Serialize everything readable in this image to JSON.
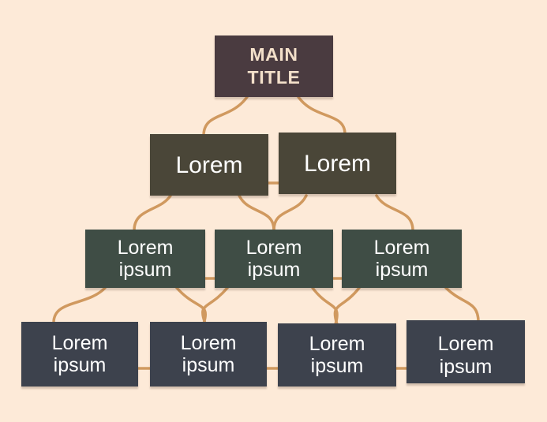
{
  "diagram": {
    "type": "org-chart-pyramid",
    "colors": {
      "background": "#fdead8",
      "connector": "#d0995f",
      "level1_box": "#4a3b40",
      "level1_text": "#f3e0ca",
      "level2_box": "#4a4638",
      "level3_box": "#3f4d45",
      "level4_box": "#3d424d",
      "node_text": "#ffffff"
    },
    "nodes": [
      {
        "id": "main-title",
        "level": 1,
        "lines": [
          "MAIN",
          "TITLE"
        ]
      },
      {
        "id": "branch-left",
        "level": 2,
        "lines": [
          "Lorem"
        ]
      },
      {
        "id": "branch-right",
        "level": 2,
        "lines": [
          "Lorem"
        ]
      },
      {
        "id": "group-1",
        "level": 3,
        "lines": [
          "Lorem",
          "ipsum"
        ]
      },
      {
        "id": "group-2",
        "level": 3,
        "lines": [
          "Lorem",
          "ipsum"
        ]
      },
      {
        "id": "group-3",
        "level": 3,
        "lines": [
          "Lorem",
          "ipsum"
        ]
      },
      {
        "id": "leaf-1",
        "level": 4,
        "lines": [
          "Lorem",
          "ipsum"
        ]
      },
      {
        "id": "leaf-2",
        "level": 4,
        "lines": [
          "Lorem",
          "ipsum"
        ]
      },
      {
        "id": "leaf-3",
        "level": 4,
        "lines": [
          "Lorem",
          "ipsum"
        ]
      },
      {
        "id": "leaf-4",
        "level": 4,
        "lines": [
          "Lorem",
          "ipsum"
        ]
      }
    ]
  }
}
